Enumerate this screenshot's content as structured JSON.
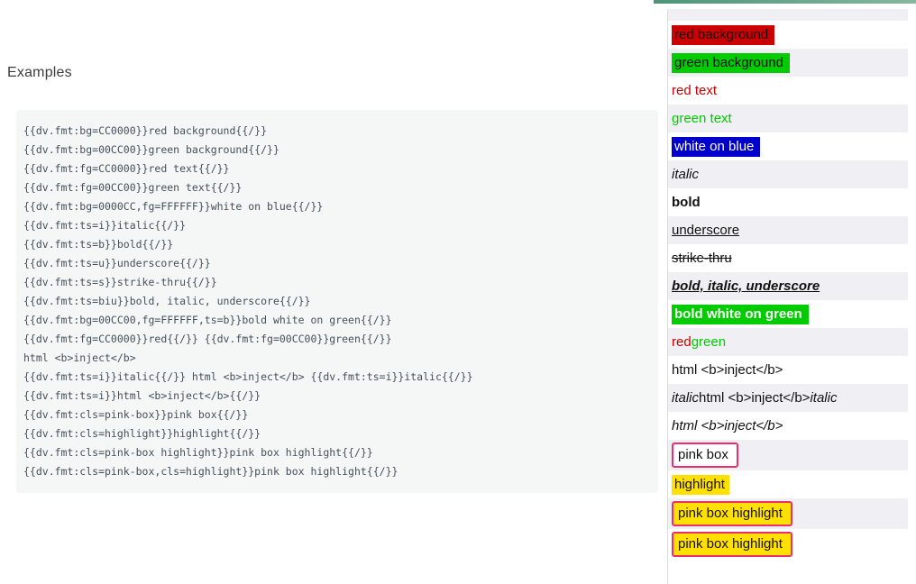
{
  "left": {
    "heading": "Examples",
    "code_lines": [
      "{{dv.fmt:bg=CC0000}}red background{{/}}",
      "{{dv.fmt:bg=00CC00}}green background{{/}}",
      "{{dv.fmt:fg=CC0000}}red text{{/}}",
      "{{dv.fmt:fg=00CC00}}green text{{/}}",
      "{{dv.fmt:bg=0000CC,fg=FFFFFF}}white on blue{{/}}",
      "{{dv.fmt:ts=i}}italic{{/}}",
      "{{dv.fmt:ts=b}}bold{{/}}",
      "{{dv.fmt:ts=u}}underscore{{/}}",
      "{{dv.fmt:ts=s}}strike-thru{{/}}",
      "{{dv.fmt:ts=biu}}bold, italic, underscore{{/}}",
      "{{dv.fmt:bg=00CC00,fg=FFFFFF,ts=b}}bold white on green{{/}}",
      "{{dv.fmt:fg=CC0000}}red{{/}} {{dv.fmt:fg=00CC00}}green{{/}}",
      "html <b>inject</b>",
      "{{dv.fmt:ts=i}}italic{{/}} html <b>inject</b> {{dv.fmt:ts=i}}italic{{/}}",
      "{{dv.fmt:ts=i}}html <b>inject</b>{{/}}",
      "{{dv.fmt:cls=pink-box}}pink box{{/}}",
      "{{dv.fmt:cls=highlight}}highlight{{/}}",
      "{{dv.fmt:cls=pink-box highlight}}pink box highlight{{/}}",
      "{{dv.fmt:cls=pink-box,cls=highlight}}pink box highlight{{/}}"
    ]
  },
  "output": {
    "rows": [
      {
        "style": "spacer",
        "text": ""
      },
      {
        "style": "bg-red",
        "text": "red background"
      },
      {
        "style": "bg-green",
        "text": "green background"
      },
      {
        "style": "fg-red",
        "text": "red text"
      },
      {
        "style": "fg-green",
        "text": "green text"
      },
      {
        "style": "bg-blue fg-white",
        "text": "white on blue"
      },
      {
        "style": "italic",
        "text": "italic"
      },
      {
        "style": "bold",
        "text": "bold"
      },
      {
        "style": "underline",
        "text": "underscore"
      },
      {
        "style": "strike",
        "text": "strike-thru"
      },
      {
        "style": "bold italic underline",
        "text": "bold, italic, underscore"
      },
      {
        "style": "bold bg-green fg-white",
        "text": "bold white on green"
      },
      {
        "segments": [
          {
            "style": "fg-red",
            "text": "red"
          },
          {
            "style": "",
            "text": " "
          },
          {
            "style": "fg-green",
            "text": "green"
          }
        ]
      },
      {
        "style": "",
        "text": "html <b>inject</b>"
      },
      {
        "segments": [
          {
            "style": "italic",
            "text": "italic "
          },
          {
            "style": "",
            "text": "html <b>inject</b>"
          },
          {
            "style": "italic",
            "text": " italic"
          }
        ]
      },
      {
        "style": "italic",
        "text": "html <b>inject</b>"
      },
      {
        "style": "pink-box",
        "text": "pink box"
      },
      {
        "style": "highlight",
        "text": "highlight"
      },
      {
        "style": "pink-box highlight",
        "text": "pink box highlight"
      },
      {
        "style": "pink-box highlight",
        "text": "pink box highlight"
      }
    ]
  },
  "colors": {
    "red": "#CC0000",
    "green": "#00CC00",
    "blue": "#0000CC",
    "white": "#FFFFFF",
    "pink_box_border": "#ED2E68",
    "highlight_yellow": "#FFE000",
    "accent_teal": "#4F9379",
    "stripe_gray": "#F0F0F4",
    "code_background": "#F5F6F6"
  }
}
